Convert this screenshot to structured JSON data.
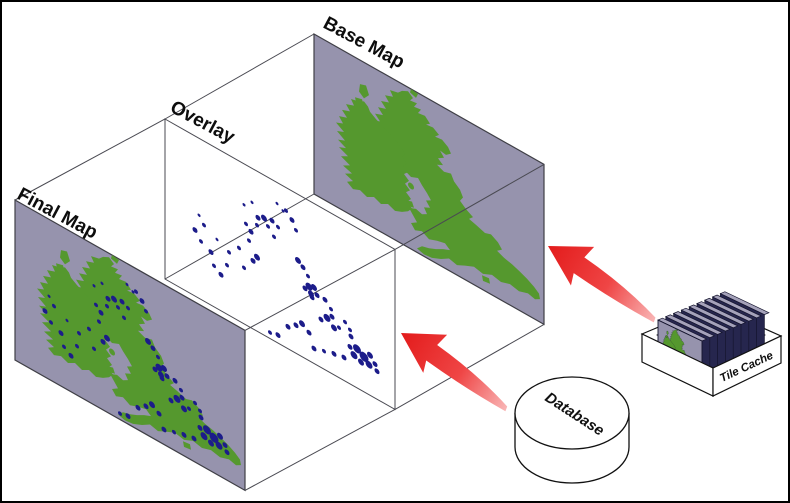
{
  "diagram": {
    "type": "isometric-architecture-diagram",
    "panels": [
      {
        "label": "Final Map",
        "content": "terrain-with-points",
        "position": "front-left"
      },
      {
        "label": "Overlay",
        "content": "points-only",
        "position": "middle"
      },
      {
        "label": "Base Map",
        "content": "terrain-only",
        "position": "back-right"
      }
    ],
    "sources": [
      {
        "label": "Database",
        "shape": "cylinder",
        "feeds": "Overlay"
      },
      {
        "label": "Tile Cache",
        "shape": "tile-stack-box",
        "feeds": "Base Map"
      }
    ],
    "arrows": [
      {
        "from": "Database",
        "to": "Overlay",
        "color": "red"
      },
      {
        "from": "Tile Cache",
        "to": "Base Map",
        "color": "red"
      }
    ],
    "colors": {
      "panel_background": "#9693ad",
      "land_green": "#55982e",
      "point_navy": "#1c1c8a",
      "arrow_head_red": "#e31b1b",
      "arrow_tail_pink": "#f9b6b6",
      "wireframe_gray": "#4a4a52",
      "tile_slab_navy": "#26264e",
      "background": "#ffffff",
      "frame_border": "#000000"
    }
  }
}
